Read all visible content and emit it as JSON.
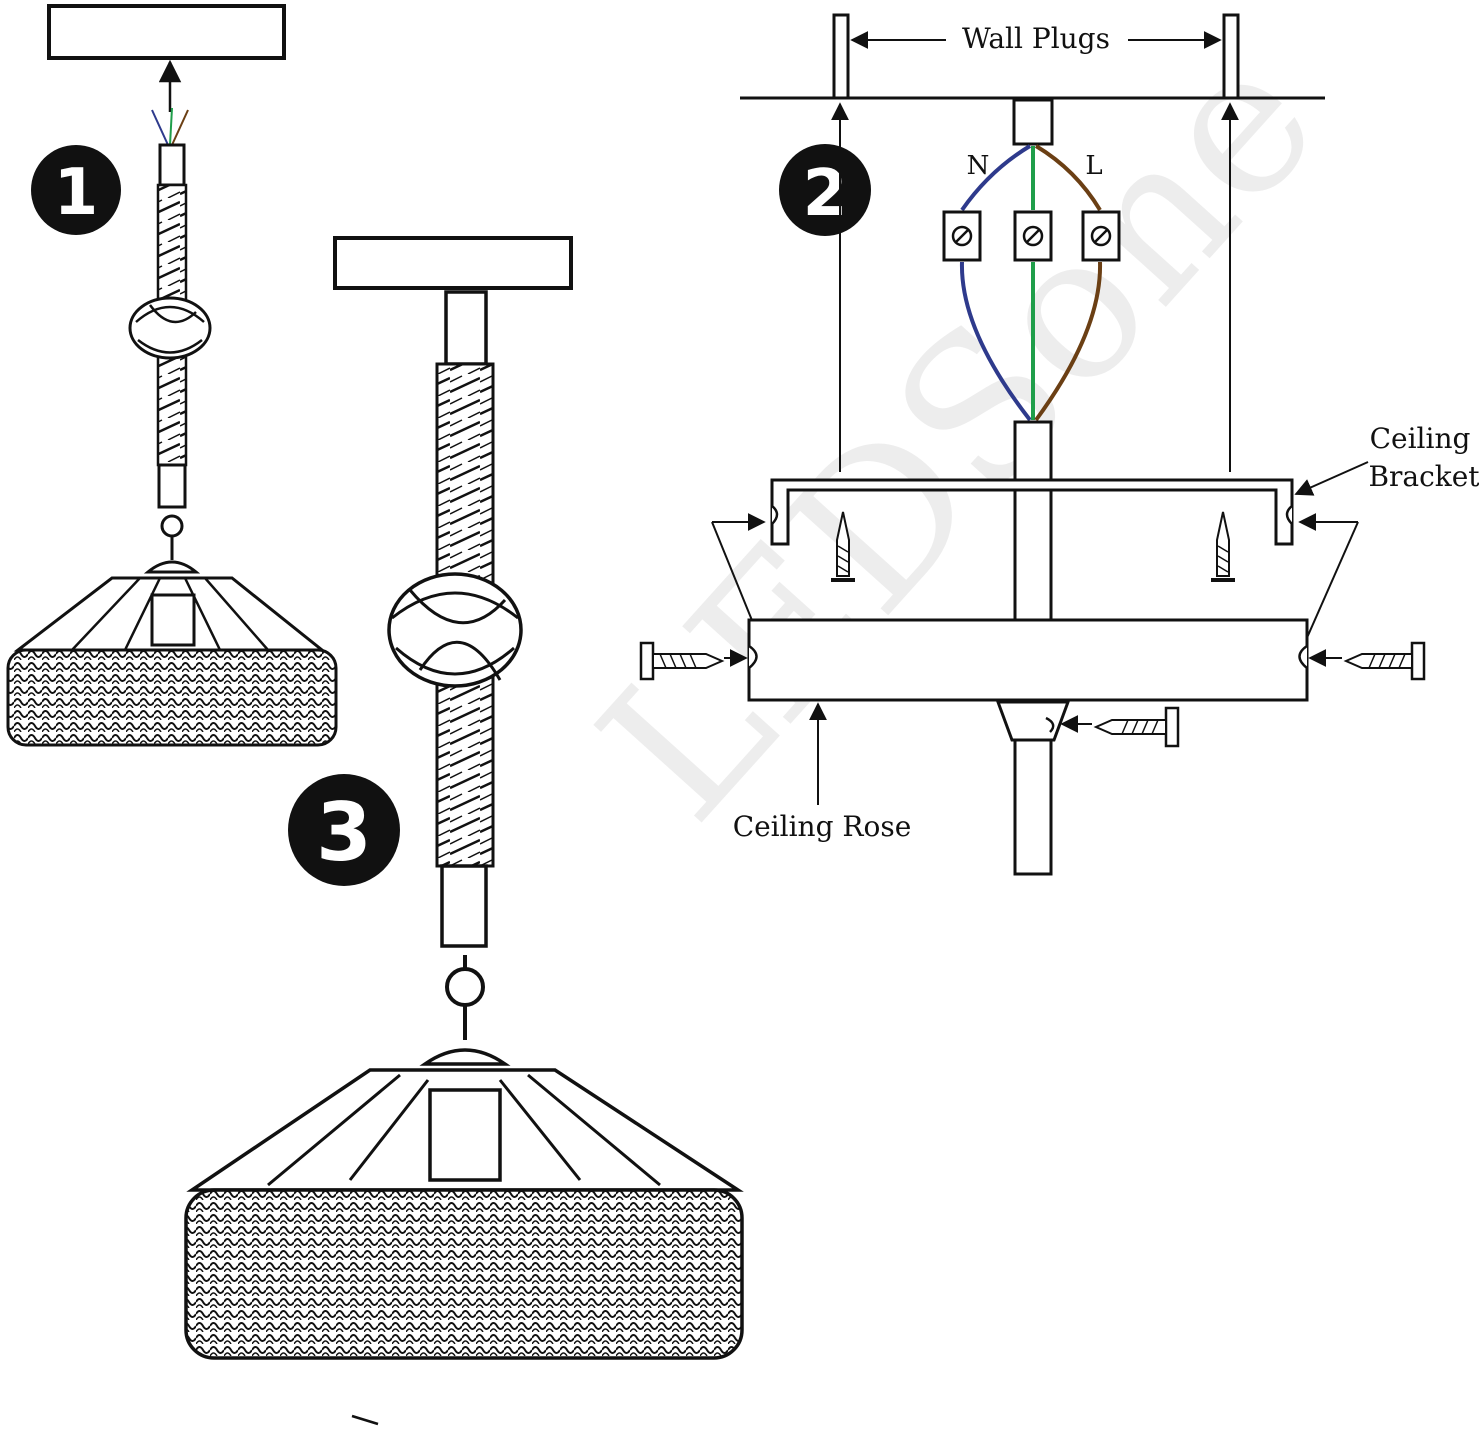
{
  "steps": [
    {
      "number": "1"
    },
    {
      "number": "2"
    },
    {
      "number": "3"
    }
  ],
  "labels": {
    "wall_plugs": "Wall Plugs",
    "neutral": "N",
    "live": "L",
    "ceiling_bracket_line1": "Ceiling",
    "ceiling_bracket_line2": "Bracket",
    "ceiling_rose": "Ceiling Rose"
  },
  "watermark": "LEDSone",
  "colors": {
    "line": "#111111",
    "badge": "#111111",
    "wire_neutral": "#2e3a8c",
    "wire_earth": "#1f9e4a",
    "wire_live": "#6b3f14"
  },
  "icons": [
    "terminal-screw-icon",
    "wood-screw-icon",
    "nail-icon",
    "eye-hook-icon"
  ]
}
